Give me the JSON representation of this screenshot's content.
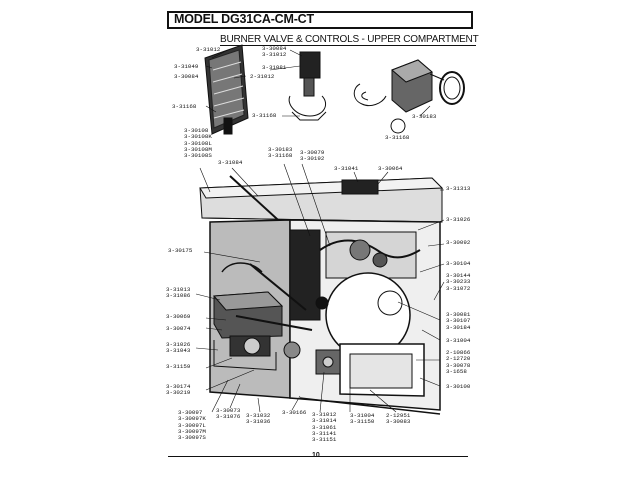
{
  "title": "MODEL DG31CA-CM-CT",
  "subtitle": "BURNER VALVE & CONTROLS - UPPER COMPARTMENT",
  "page_number": "10",
  "part_labels": [
    "3-31012",
    "3-30084\n3-31012",
    "3-31049",
    "3-31081",
    "3-30084",
    "2-31012",
    "3-31168",
    "3-31168",
    "3-30183",
    "3-31168",
    "3-30108\n3-30108K\n3-30108L\n3-30108M\n3-30108S",
    "3-31084",
    "3-30183\n3-31168",
    "3-30079\n3-30192",
    "3-31041",
    "3-30064",
    "3-31313",
    "3-31026",
    "3-30175",
    "3-30092",
    "3-30104",
    "3-30144\n3-30233\n3-31072",
    "3-31013\n3-31086",
    "3-30069",
    "3-30081\n3-30107\n3-30184",
    "3-30074",
    "3-31004",
    "3-31026\n3-31043",
    "2-10866\n2-12720\n3-30078\n3-1658",
    "3-31159",
    "3-30174\n3-30219",
    "3-30100",
    "3-30097\n3-30097K\n3-30097L\n3-30097M\n3-30097S",
    "3-30073\n3-31076",
    "3-31032\n3-31036",
    "3-30166",
    "3-31012\n3-31014\n3-31061\n3-31141\n3-31151",
    "3-31004\n3-31150",
    "2-12951\n3-30083"
  ]
}
